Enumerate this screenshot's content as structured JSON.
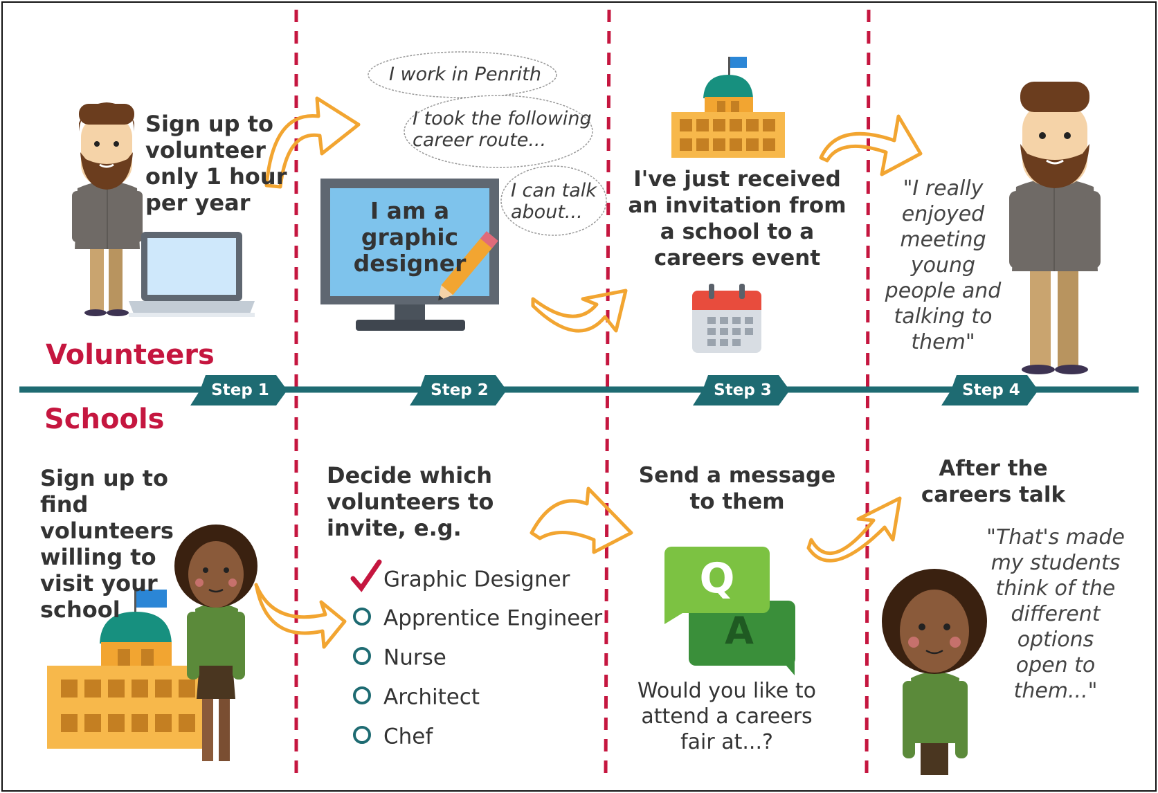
{
  "sections": {
    "volunteers": "Volunteers",
    "schools": "Schools"
  },
  "steps": [
    "Step 1",
    "Step 2",
    "Step 3",
    "Step 4"
  ],
  "volunteers": {
    "step1_text": [
      "Sign up to",
      "volunteer",
      "only 1 hour",
      "per year"
    ],
    "step2_bubbles": {
      "b1": "I work in Penrith",
      "b2_line1": "I took the following",
      "b2_line2": "career route...",
      "b3_line1": "I can talk",
      "b3_line2": "about..."
    },
    "step2_screen": [
      "I am a",
      "graphic",
      "designer"
    ],
    "step3_text": [
      "I've just received",
      "an invitation from",
      "a school to a",
      "careers event"
    ],
    "step4_quote": [
      "\"I really",
      "enjoyed",
      "meeting",
      "young",
      "people and",
      "talking to",
      "them\""
    ]
  },
  "schools": {
    "step1_text": [
      "Sign up to find",
      "volunteers",
      "willing to",
      "visit your",
      "school"
    ],
    "step2_heading": [
      "Decide which",
      "volunteers to",
      "invite, e.g."
    ],
    "step2_options": [
      {
        "label": "Graphic Designer",
        "checked": true
      },
      {
        "label": "Apprentice Engineer",
        "checked": false
      },
      {
        "label": "Nurse",
        "checked": false
      },
      {
        "label": "Architect",
        "checked": false
      },
      {
        "label": "Chef",
        "checked": false
      }
    ],
    "step3_heading": [
      "Send a message",
      "to them"
    ],
    "step3_qa": {
      "q": "Q",
      "a": "A"
    },
    "step3_question": [
      "Would you like to",
      "attend a careers",
      "fair at...?"
    ],
    "step4_heading": [
      "After the",
      "careers talk"
    ],
    "step4_quote": [
      "\"That's made",
      "my students",
      "think of the",
      "different",
      "options",
      "open to",
      "them...\""
    ]
  },
  "colors": {
    "accent_red": "#c5163f",
    "timeline_teal": "#1e6b72",
    "arrow_orange": "#f2a531",
    "building_orange": "#f7b84b",
    "dome_teal": "#17907f",
    "screen_blue": "#7ec3ec",
    "qa_green": "#7cc242",
    "qa_dark_green": "#3a8f3a"
  }
}
